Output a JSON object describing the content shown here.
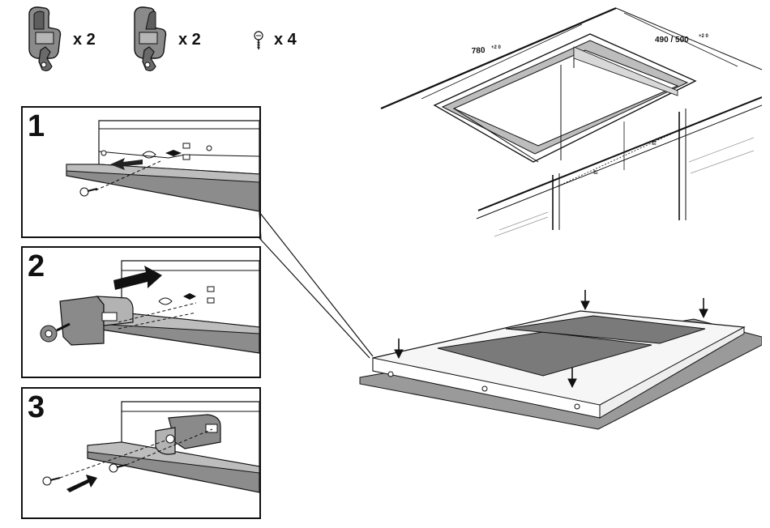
{
  "parts": [
    {
      "quantity": "x 2"
    },
    {
      "quantity": "x 2"
    },
    {
      "quantity": "x 4"
    }
  ],
  "steps": [
    {
      "number": "1"
    },
    {
      "number": "2"
    },
    {
      "number": "3"
    }
  ],
  "cutout": {
    "width_label": "780",
    "width_tolerance": "+2 0",
    "depth_label": "490 / 500",
    "depth_tolerance": "+2 0",
    "equal_mark": "="
  },
  "colors": {
    "line": "#111111",
    "bracket": "#6e6e6e",
    "bracket_dark": "#3c3c3c",
    "countertop": "#8c8c8c",
    "glass": "#f4f4f4",
    "cooking_zone": "#7a7a7a"
  }
}
